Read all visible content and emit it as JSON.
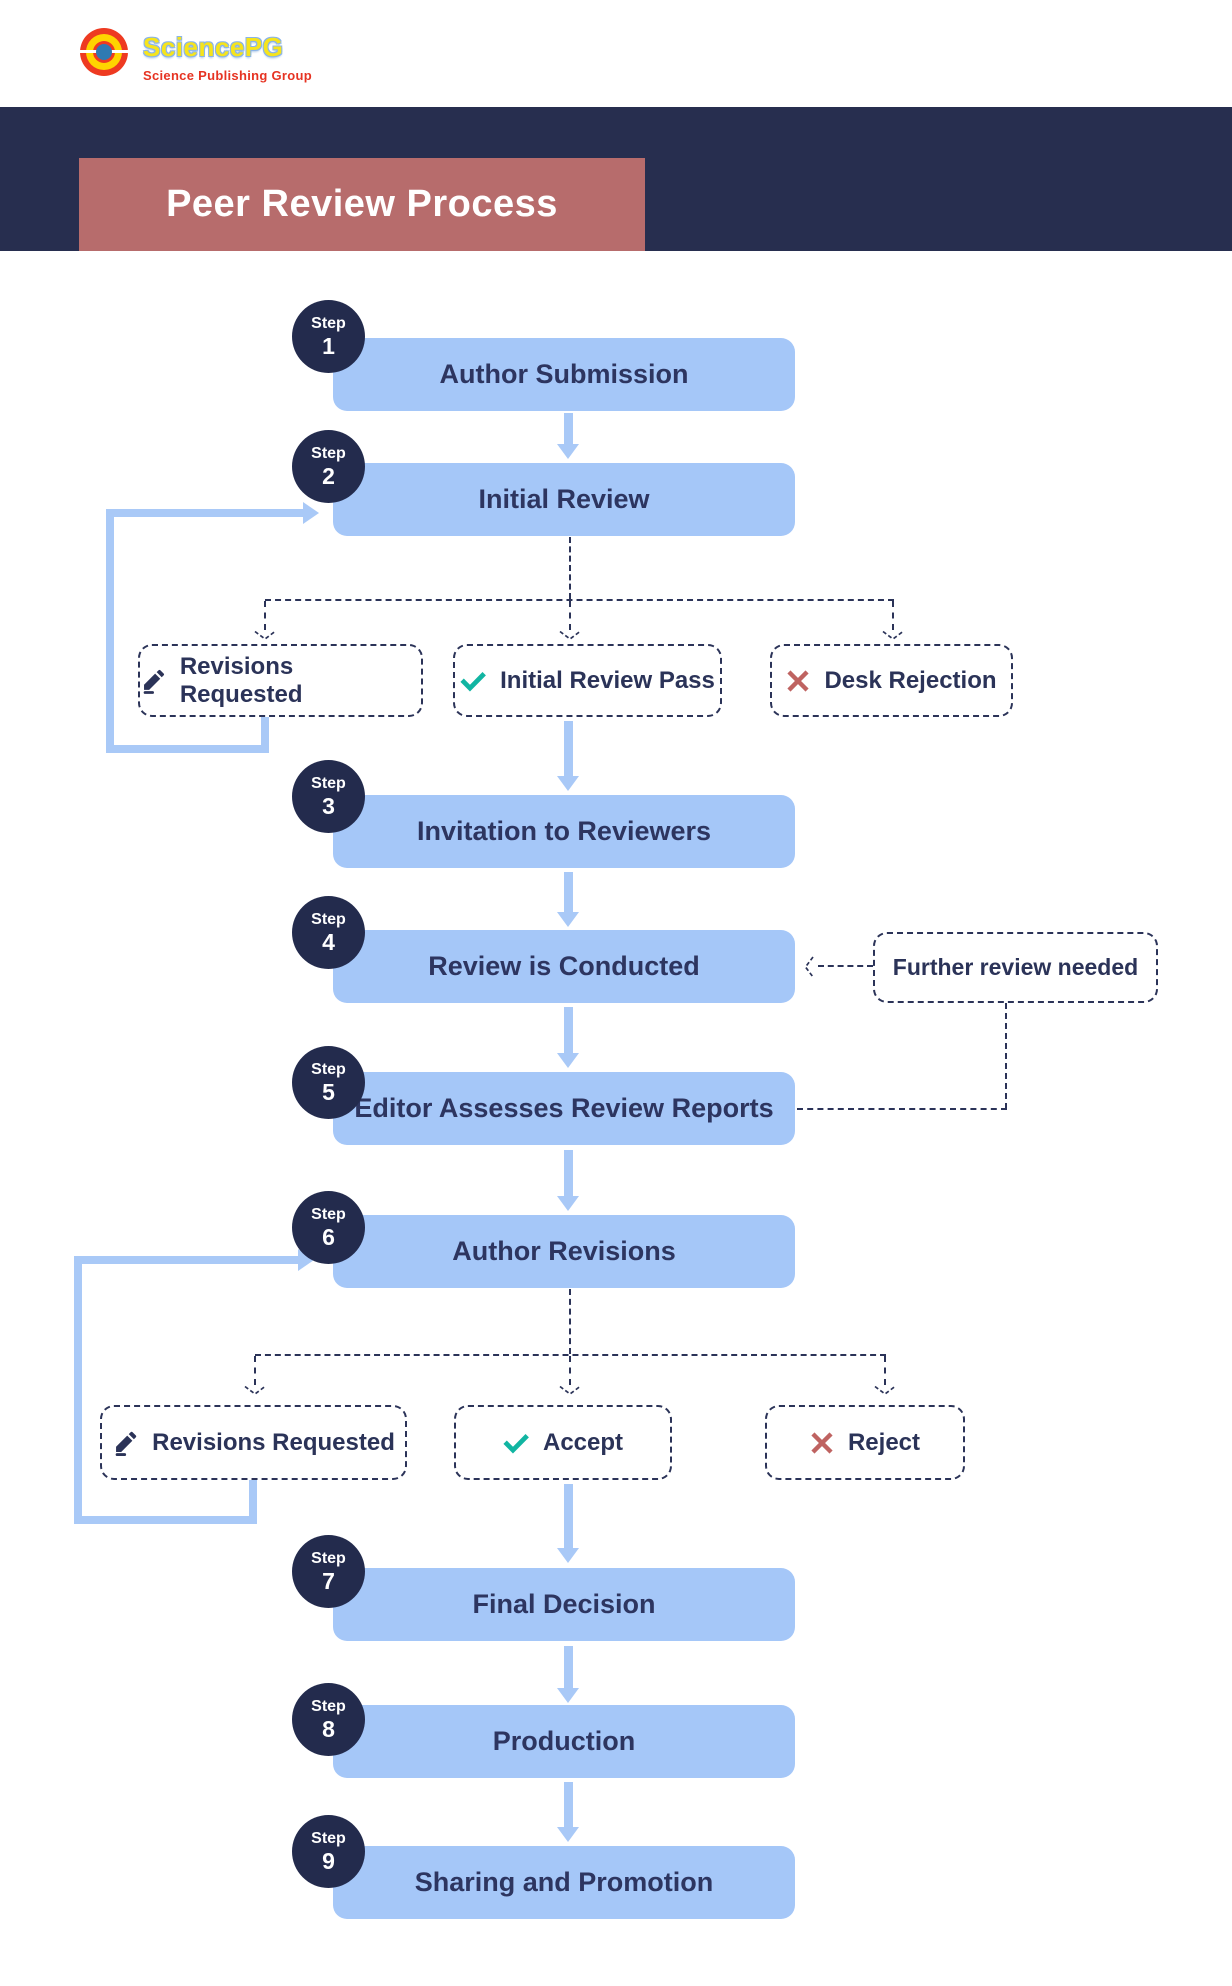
{
  "logo": {
    "name": "SciencePG",
    "tagline": "Science Publishing Group"
  },
  "title": "Peer Review Process",
  "steps": [
    {
      "step_word": "Step",
      "number": "1",
      "label": "Author Submission"
    },
    {
      "step_word": "Step",
      "number": "2",
      "label": "Initial Review"
    },
    {
      "step_word": "Step",
      "number": "3",
      "label": "Invitation to Reviewers"
    },
    {
      "step_word": "Step",
      "number": "4",
      "label": "Review is Conducted"
    },
    {
      "step_word": "Step",
      "number": "5",
      "label": "Editor Assesses Review Reports"
    },
    {
      "step_word": "Step",
      "number": "6",
      "label": "Author Revisions"
    },
    {
      "step_word": "Step",
      "number": "7",
      "label": "Final Decision"
    },
    {
      "step_word": "Step",
      "number": "8",
      "label": "Production"
    },
    {
      "step_word": "Step",
      "number": "9",
      "label": "Sharing and Promotion"
    }
  ],
  "initial_review_branches": [
    {
      "icon": "pen-icon",
      "label": "Revisions Requested"
    },
    {
      "icon": "check-icon",
      "label": "Initial Review Pass"
    },
    {
      "icon": "x-icon",
      "label": "Desk Rejection"
    }
  ],
  "author_revision_branches": [
    {
      "icon": "pen-icon",
      "label": "Revisions Requested"
    },
    {
      "icon": "check-icon",
      "label": "Accept"
    },
    {
      "icon": "x-icon",
      "label": "Reject"
    }
  ],
  "side_note": {
    "label": "Further review needed"
  },
  "colors": {
    "navy_band": "#272e4f",
    "title_rose": "#b76c6c",
    "bar_blue": "#a5c7f8",
    "connector_blue": "#a9c9f7",
    "text_navy": "#2b3358",
    "check_teal": "#11b5a2",
    "reject_red": "#bf6361"
  }
}
